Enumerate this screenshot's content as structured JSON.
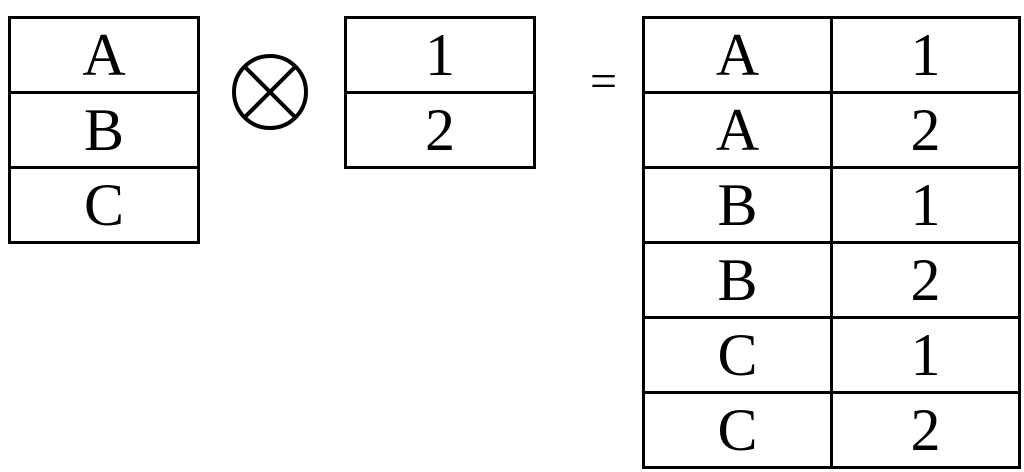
{
  "set_a": [
    "A",
    "B",
    "C"
  ],
  "set_b": [
    "1",
    "2"
  ],
  "operator": "⊗",
  "equals": "=",
  "product": [
    [
      "A",
      "1"
    ],
    [
      "A",
      "2"
    ],
    [
      "B",
      "1"
    ],
    [
      "B",
      "2"
    ],
    [
      "C",
      "1"
    ],
    [
      "C",
      "2"
    ]
  ]
}
